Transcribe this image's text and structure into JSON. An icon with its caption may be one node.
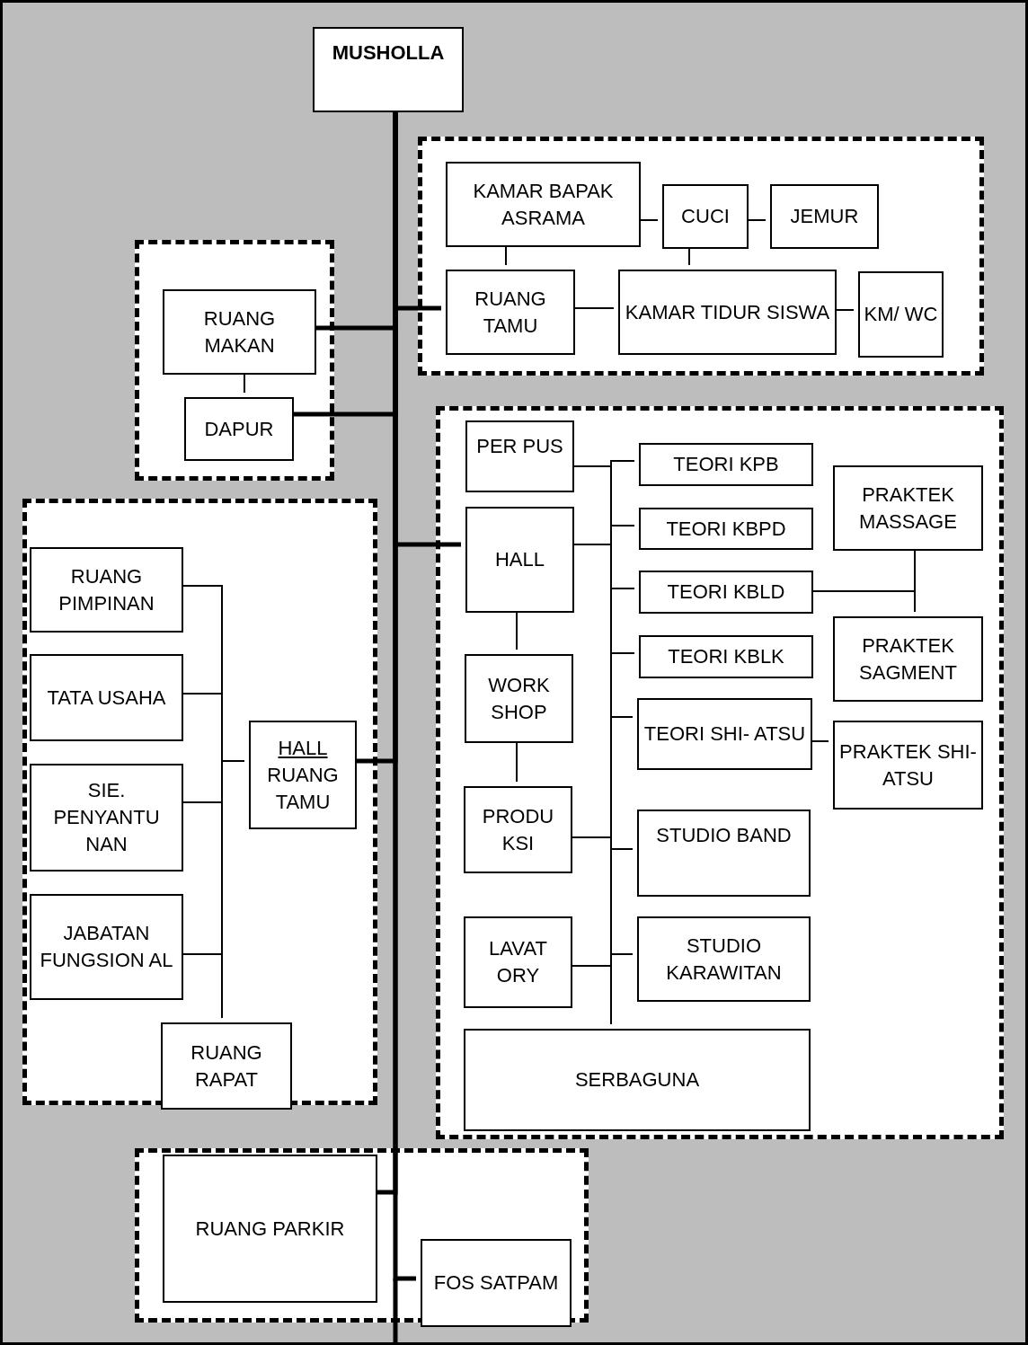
{
  "diagram": {
    "nodes": [
      {
        "text": [
          "MUSHOLLA"
        ]
      },
      {
        "text": [],
        "shape": "box"
      },
      {
        "text": [
          "KAMAR BAPAK ASRAMA"
        ],
        "in": 1
      },
      {
        "text": [
          "CUCI"
        ],
        "in": 1
      },
      {
        "text": [
          "JEMUR"
        ],
        "in": 1
      },
      {
        "text": [
          "RUANG TAMU"
        ],
        "in": 1
      },
      {
        "text": [
          "KAMAR TIDUR SISWA"
        ],
        "in": 1
      },
      {
        "text": [
          "KM/ WC"
        ],
        "in": 1
      },
      {
        "text": [],
        "shape": "box"
      },
      {
        "text": [
          "RUANG MAKAN"
        ],
        "in": 8
      },
      {
        "text": [
          "DAPUR"
        ],
        "in": 8
      },
      {
        "text": [],
        "shape": "box"
      },
      {
        "text": [
          "PER PUS"
        ],
        "in": 11
      },
      {
        "text": [
          "TEORI KPB"
        ],
        "in": 11
      },
      {
        "text": [
          "PRAKTEK MASSAGE"
        ],
        "in": 11
      },
      {
        "text": [
          "HALL"
        ],
        "in": 11
      },
      {
        "text": [
          "TEORI KBPD"
        ],
        "in": 11
      },
      {
        "text": [
          "TEORI KBLD"
        ],
        "in": 11
      },
      {
        "text": [
          "PRAKTEK SAGMENT"
        ],
        "in": 11
      },
      {
        "text": [
          "TEORI KBLK"
        ],
        "in": 11
      },
      {
        "text": [
          "WORK SHOP"
        ],
        "in": 11
      },
      {
        "text": [
          "TEORI SHI- ATSU"
        ],
        "in": 11
      },
      {
        "text": [
          "PRAKTEK SHI-ATSU"
        ],
        "in": 11
      },
      {
        "text": [
          "PRODU KSI"
        ],
        "in": 11
      },
      {
        "text": [
          "STUDIO BAND"
        ],
        "in": 11
      },
      {
        "text": [
          "LAVAT ORY"
        ],
        "in": 11
      },
      {
        "text": [
          "STUDIO KARAWITAN"
        ],
        "in": 11
      },
      {
        "text": [
          "SERBAGUNA"
        ],
        "in": 11
      },
      {
        "text": [],
        "shape": "box"
      },
      {
        "text": [
          "RUANG PIMPINAN"
        ],
        "in": 28
      },
      {
        "text": [
          "TATA USAHA"
        ],
        "in": 28
      },
      {
        "text": [
          "HALL",
          "RUANG TAMU"
        ],
        "in": 28
      },
      {
        "text": [
          "SIE. PENYANTU NAN"
        ],
        "in": 28
      },
      {
        "text": [
          "JABATAN FUNGSION AL"
        ],
        "in": 28
      },
      {
        "text": [
          "RUANG RAPAT"
        ],
        "in": 28
      },
      {
        "text": [],
        "shape": "box"
      },
      {
        "text": [
          "RUANG PARKIR"
        ],
        "in": 35
      },
      {
        "text": [
          "FOS SATPAM"
        ],
        "in": 35
      }
    ],
    "edges": [
      {
        "from": 0,
        "to": 9,
        "arrow": "none",
        "style": "thick"
      },
      {
        "from": 0,
        "to": 10,
        "arrow": "none",
        "style": "thick"
      },
      {
        "from": 0,
        "to": 5,
        "arrow": "none",
        "style": "thick"
      },
      {
        "from": 0,
        "to": 15,
        "arrow": "none",
        "style": "thick"
      },
      {
        "from": 0,
        "to": 31,
        "arrow": "none",
        "style": "thick"
      },
      {
        "from": 0,
        "to": 36,
        "arrow": "none",
        "style": "thick"
      },
      {
        "from": 0,
        "to": 37,
        "arrow": "none",
        "style": "thick"
      },
      {
        "from": 2,
        "to": 3,
        "arrow": "none"
      },
      {
        "from": 3,
        "to": 4,
        "arrow": "none"
      },
      {
        "from": 2,
        "to": 5,
        "arrow": "none"
      },
      {
        "from": 3,
        "to": 6,
        "arrow": "none"
      },
      {
        "from": 5,
        "to": 6,
        "arrow": "none"
      },
      {
        "from": 6,
        "to": 7,
        "arrow": "none"
      },
      {
        "from": 9,
        "to": 10,
        "arrow": "none"
      },
      {
        "from": 15,
        "to": 12,
        "arrow": "none"
      },
      {
        "from": 15,
        "to": 13,
        "arrow": "none"
      },
      {
        "from": 15,
        "to": 16,
        "arrow": "none"
      },
      {
        "from": 15,
        "to": 17,
        "arrow": "none"
      },
      {
        "from": 15,
        "to": 19,
        "arrow": "none"
      },
      {
        "from": 15,
        "to": 21,
        "arrow": "none"
      },
      {
        "from": 15,
        "to": 23,
        "arrow": "none"
      },
      {
        "from": 15,
        "to": 24,
        "arrow": "none"
      },
      {
        "from": 15,
        "to": 25,
        "arrow": "none"
      },
      {
        "from": 15,
        "to": 26,
        "arrow": "none"
      },
      {
        "from": 15,
        "to": 27,
        "arrow": "none"
      },
      {
        "from": 15,
        "to": 20,
        "arrow": "none"
      },
      {
        "from": 20,
        "to": 23,
        "arrow": "none"
      },
      {
        "from": 17,
        "to": 14,
        "arrow": "none"
      },
      {
        "from": 17,
        "to": 18,
        "arrow": "none"
      },
      {
        "from": 21,
        "to": 22,
        "arrow": "none"
      },
      {
        "from": 31,
        "to": 29,
        "arrow": "none"
      },
      {
        "from": 31,
        "to": 30,
        "arrow": "none"
      },
      {
        "from": 31,
        "to": 32,
        "arrow": "none"
      },
      {
        "from": 31,
        "to": 33,
        "arrow": "none"
      },
      {
        "from": 31,
        "to": 34,
        "arrow": "none"
      }
    ]
  }
}
